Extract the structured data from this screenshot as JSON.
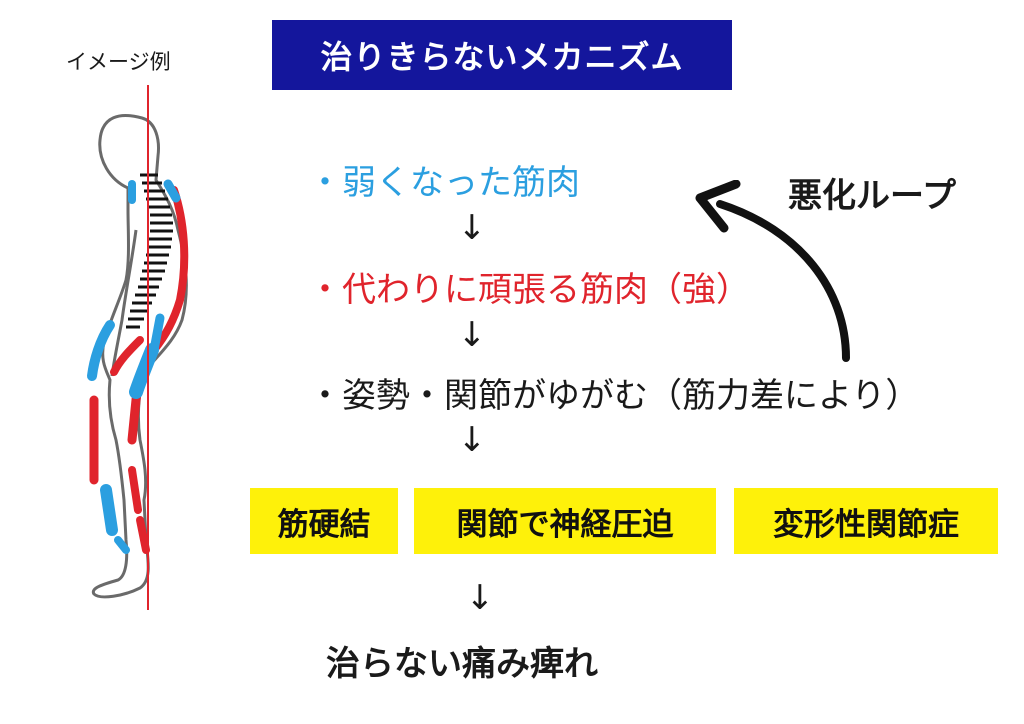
{
  "figure": {
    "label": "イメージ例"
  },
  "title": "治りきらないメカニズム",
  "steps": [
    {
      "text": "・弱くなった筋肉",
      "color": "#2b9fe0"
    },
    {
      "text": "・代わりに頑張る筋肉（強）",
      "color": "#e0242c"
    },
    {
      "text": "・姿勢・関節がゆがむ（筋力差により）",
      "color": "#1a1a1a"
    }
  ],
  "arrow_glyph": "↓",
  "results": [
    "筋硬結",
    "関節で神経圧迫",
    "変形性関節症"
  ],
  "outcome": "治らない痛み痺れ",
  "loop": {
    "label": "悪化ループ"
  },
  "colors": {
    "title_bg": "#14169c",
    "weak_muscle": "#2b9fe0",
    "strong_muscle": "#e0242c",
    "result_bg": "#fef10a",
    "plumb_line": "#e0242c"
  }
}
